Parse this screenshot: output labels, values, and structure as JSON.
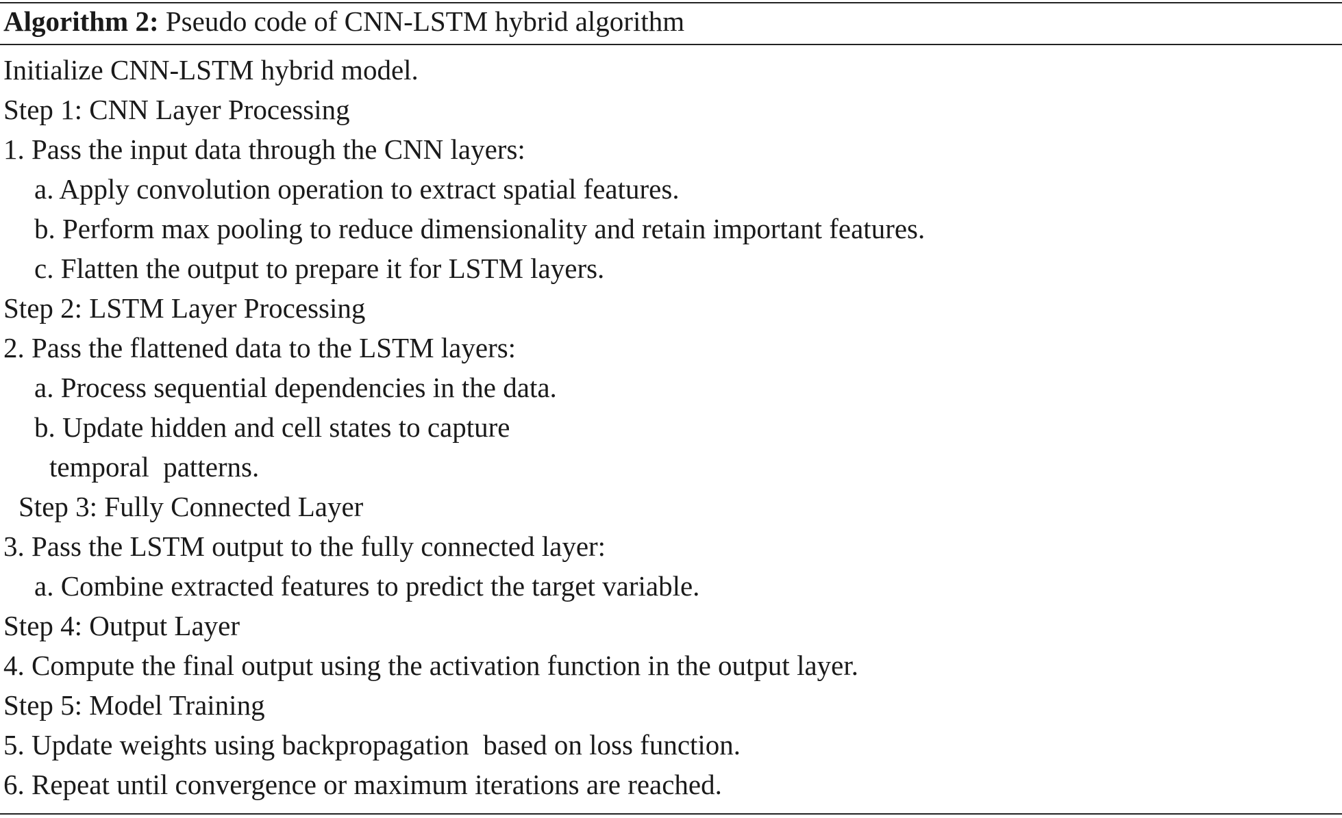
{
  "algorithm": {
    "label": "Algorithm 2:",
    "title": "Pseudo code of CNN-LSTM hybrid algorithm",
    "lines": [
      "Initialize CNN-LSTM hybrid model.",
      "Step 1: CNN Layer Processing",
      "1. Pass the input data through the CNN layers:",
      "a. Apply convolution operation to extract spatial features.",
      "b. Perform max pooling to reduce dimensionality and retain important features.",
      "c. Flatten the output to prepare it for LSTM layers.",
      "Step 2: LSTM Layer Processing",
      "2. Pass the flattened data to the LSTM layers:",
      "a. Process sequential dependencies in the data.",
      "b. Update hidden and cell states to capture",
      "temporal  patterns.",
      "Step 3: Fully Connected Layer",
      "3. Pass the LSTM output to the fully connected layer:",
      "a. Combine extracted features to predict the target variable.",
      "Step 4: Output Layer",
      "4. Compute the final output using the activation function in the output layer.",
      "Step 5: Model Training",
      "5. Update weights using backpropagation  based on loss function.",
      "6. Repeat until convergence or maximum iterations are reached."
    ]
  }
}
